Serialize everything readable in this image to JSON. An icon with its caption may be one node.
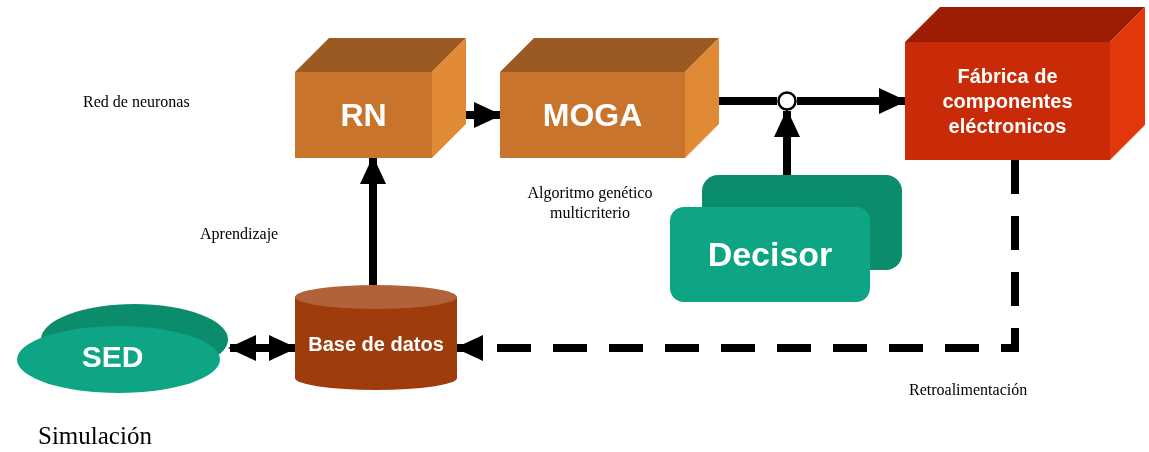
{
  "diagram": {
    "nodes": [
      {
        "text": [
          "RN"
        ]
      },
      {
        "text": [
          "MOGA"
        ]
      },
      {
        "text": [
          "Fábrica de componentes eléctronicos"
        ]
      },
      {
        "text": [],
        "shape": "circle"
      },
      {
        "text": [
          "Decisor"
        ]
      },
      {
        "text": [
          "SED"
        ],
        "beside": [
          "Simulación"
        ]
      },
      {
        "text": [
          "Base de datos"
        ]
      }
    ],
    "edges": [
      {
        "from": 0,
        "to": 1,
        "arrow": "to"
      },
      {
        "from": 1,
        "to": 3,
        "arrow": "none"
      },
      {
        "from": 3,
        "to": 2,
        "arrow": "to"
      },
      {
        "from": 4,
        "to": 3,
        "arrow": "to"
      },
      {
        "from": 6,
        "to": 0,
        "arrow": "to"
      },
      {
        "from": 5,
        "to": 6,
        "arrow": "both"
      },
      {
        "from": 2,
        "to": 6,
        "arrow": "to",
        "label": "Retroalimentación",
        "style": "dashed"
      }
    ],
    "labels": [
      "Red de neuronas",
      "Algoritmo genético multicriterio",
      "Aprendizaje"
    ]
  }
}
